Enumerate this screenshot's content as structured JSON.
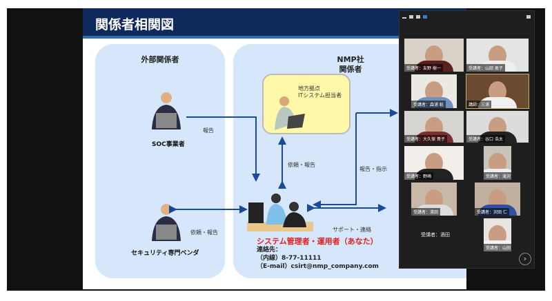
{
  "slide": {
    "title": "関係者相関図",
    "external_group": "外部関係者",
    "internal_group_line1": "NMP社",
    "internal_group_line2": "関係者",
    "soc": "SOC事業者",
    "vendor": "セキュリティ専門ベンダ",
    "regional_line1": "地方拠点",
    "regional_line2": "ITシステム担当者",
    "edge_report": "報告",
    "edge_request_report": "依頼・報告",
    "edge_request_report2": "依頼・報告",
    "edge_report_instruct": "報告・指示",
    "edge_support": "サポート・連絡",
    "admin": "システム管理者・運用者（あなた）",
    "contact_label": "連絡先：",
    "contact_phone": "（内線）8-77-11111",
    "contact_email": "（E-mail）csirt@nmp_company.com"
  },
  "gallery": {
    "participants": [
      {
        "name": "受講者：友野 樹一"
      },
      {
        "name": "受講者：山田 恵子"
      },
      {
        "name": "受講者：森浦 聡"
      },
      {
        "name": "講師：三浦"
      },
      {
        "name": "受講者：大久保 貴子"
      },
      {
        "name": "受講者：谷口 浩太"
      },
      {
        "name": "受講者：野崎"
      },
      {
        "name": "受講者：滝沢"
      },
      {
        "name": "受講者：濱田"
      },
      {
        "name": "受講者：沢田 仁"
      },
      {
        "name": "受講者：酒田"
      },
      {
        "name": "受講者：山田"
      }
    ],
    "next_icon": "chevron-right-icon"
  }
}
